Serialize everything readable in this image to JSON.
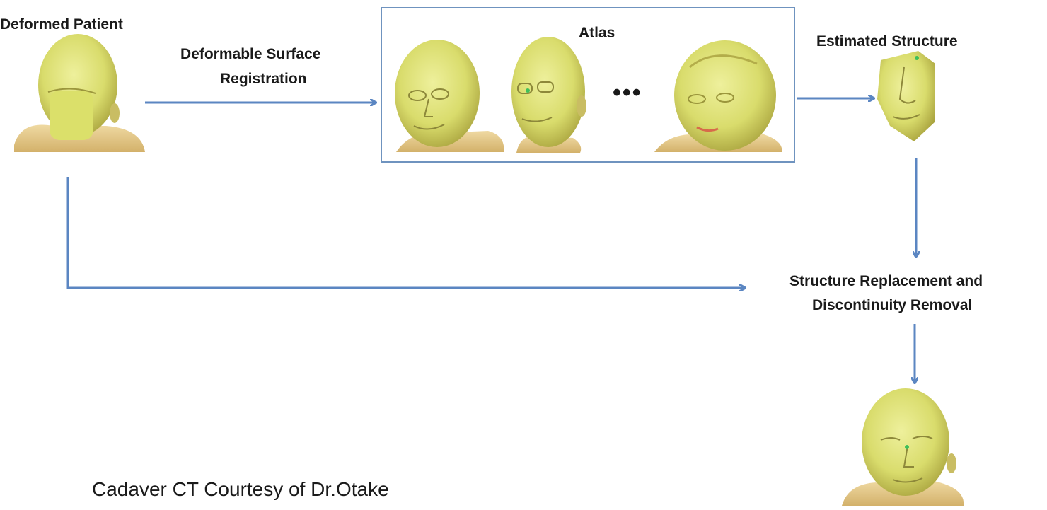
{
  "labels": {
    "deformed_patient": "Deformed Patient",
    "registration_line1": "Deformable Surface",
    "registration_line2": "Registration",
    "atlas": "Atlas",
    "ellipsis": "•••",
    "estimated_structure": "Estimated Structure",
    "replacement_line1": "Structure Replacement and",
    "replacement_line2": "Discontinuity Removal"
  },
  "credit": "Cadaver CT Courtesy of Dr.Otake",
  "colors": {
    "arrow": "#5b86c2",
    "box_border": "#6f93bf",
    "head_fill": "#dbe07a",
    "head_shade": "#b9b54e",
    "neck_fill": "#e8c98a"
  }
}
